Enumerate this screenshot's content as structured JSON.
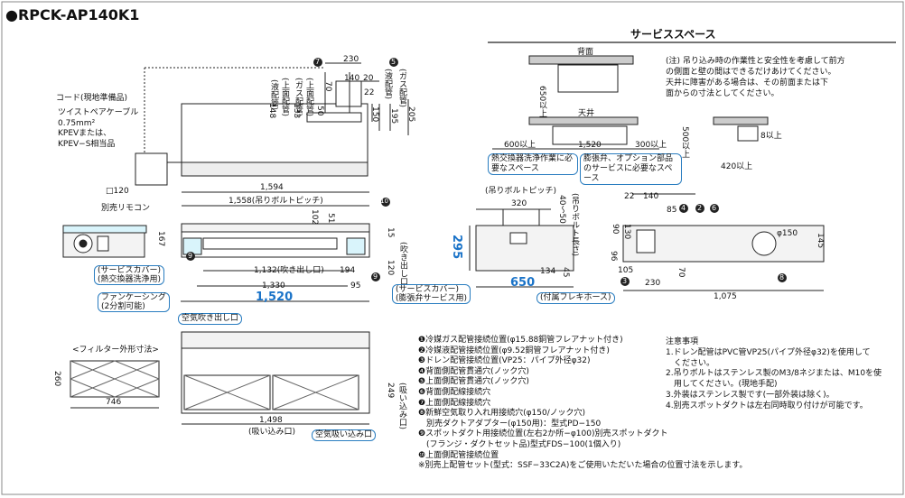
{
  "model": "●RPCK-AP140K1",
  "service_space": {
    "title": "サービススペース",
    "back_label": "背面",
    "ceiling_label": "天井",
    "dims": {
      "d650": "650以上",
      "d600": "600以上",
      "d1520": "1,520",
      "d300": "300以上",
      "d500": "500以上",
      "d8": "8以上",
      "d420": "420以上"
    },
    "box1": "熱交換器洗浄作業に必要なスペース",
    "box2": "膨張弁、オプション部品のサービスに必要なスペース",
    "note_lines": [
      "(注) 吊り込み時の作業性と安全性を考慮して前方",
      "の側面と壁の間はできるだけあけてください。",
      "天井に障害がある場合は、その前面または下",
      "面からの寸法としてください。"
    ]
  },
  "labels": {
    "cord": "コード(現地準備品)",
    "cable": [
      "ツイストペアケーブル",
      "0.75mm²",
      "KPEVまたは、",
      "KPEV−S相当品"
    ],
    "remote": "別売リモコン",
    "remote_size": "□120",
    "service_cover": [
      "(サービスカバー)",
      "(熱交換器洗浄用)"
    ],
    "fan_casing": [
      "ファンケーシング",
      "(2分割可能)"
    ],
    "air_outlet": "空気吹き出し口",
    "filter": "<フィルター外形寸法>",
    "air_inlet": "空気吸い込み口",
    "hanger_pitch": "(吊りボルトピッチ)",
    "hanger_len": "(吊りボルト長さ)",
    "service_cover2": [
      "(サービスカバー)",
      "(膨張弁サービス用)"
    ],
    "flex_hose": "(付属フレキホース)",
    "outlet_dim": "1,132(吹き出し口)",
    "inlet_dim": "(吸い込み口)",
    "inlet_v": "(吸い込み口)",
    "outlet_v": "(吹き出し口)",
    "side_labels": [
      "(液配管)",
      "(上面配管)",
      "(ガス配管)",
      "(上面配管)",
      "(液配管)",
      "(ガス配管)"
    ]
  },
  "dims": {
    "d230": "230",
    "d140": "140",
    "d20": "20",
    "d22": "22",
    "d70": "70",
    "d148": "148",
    "d133": "133",
    "d50": "50",
    "d150": "150",
    "d195": "195",
    "d205": "205",
    "d1594": "1,594",
    "d1558": "1,558(吊りボルトピッチ)",
    "d102": "102",
    "d51": "51",
    "d167": "167",
    "d15": "15",
    "d120": "120",
    "d194": "194",
    "d1330": "1,330",
    "d95": "95",
    "d1520": "1,520",
    "d260": "260",
    "d746": "746",
    "d1498": "1,498",
    "d249": "249",
    "d320": "320",
    "d40_50": "40〜50",
    "d295": "295",
    "d650": "650",
    "d134": "134",
    "d45": "45",
    "r22": "22",
    "r140": "140",
    "r85": "85",
    "r90": "90",
    "r130": "130",
    "r96": "96",
    "r105": "105",
    "r230": "230",
    "r70": "70",
    "r1075": "1,075",
    "rphi": "φ150",
    "r145": "145"
  },
  "legend": [
    "❶冷媒ガス配管接続位置(φ15.88銅管フレアナット付き)",
    "❷冷媒液配管接続位置(φ9.52銅管フレアナット付き)",
    "❸ドレン配管接続位置(VP25：パイプ外径φ32)",
    "❹背面側配管貫通穴(ノック穴)",
    "❺上面側配管貫通穴(ノック穴)",
    "❻背面側配線接続穴",
    "❼上面側配線接続穴",
    "❽新鮮空気取り入れ用接続穴(φ150/ノック穴)",
    "　別売ダクトアダプター(φ150用)：型式PD−150",
    "❾スポットダクト用接続位置(左右2か所−φ100)別売スポットダクト",
    "　(フランジ・ダクトセット品)型式FDS−100(1個入り)",
    "❿上面側配管接続位置",
    "※別売上配管セット(型式：SSF−33C2A)をご使用いただいた場合の位置寸法を示します。"
  ],
  "notes": [
    "注意事項",
    "1.ドレン配管はPVC管VP25(パイプ外径φ32)を使用して",
    "　ください。",
    "2.吊りボルトはステンレス製のM3/8ネジまたは、M10を使",
    "　用してください。(現地手配)",
    "3.外装はステンレス製です(一部外装は除く)。",
    "4.別売スポットダクトは左右同時取り付けが可能です。"
  ],
  "callouts": [
    "1",
    "2",
    "3",
    "4",
    "5",
    "6",
    "7",
    "8",
    "9",
    "10"
  ]
}
